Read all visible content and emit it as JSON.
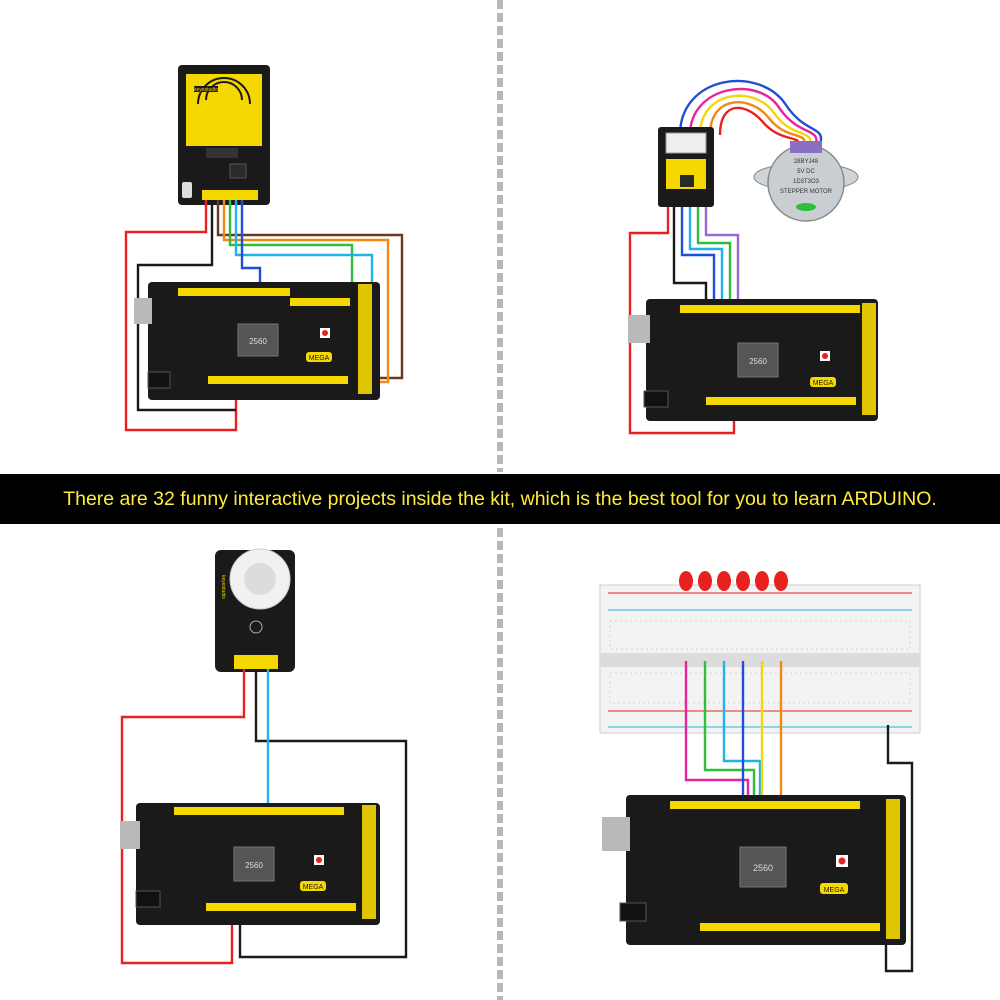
{
  "banner": {
    "text": "There are 32 funny interactive projects inside the kit, which is the best tool for you to learn ARDUINO.",
    "text_color": "#ffeb3b",
    "background": "#000000"
  },
  "boards": {
    "chip_label": "2560",
    "mega_badge": "MEGA",
    "board_color": "#1a1a1a",
    "header_color": "#f5d800"
  },
  "modules": {
    "rfid_brand": "keyestudio",
    "stepper_label_lines": [
      "28BYJ48",
      "5V  DC",
      "1D3T3O3",
      "STEPPER MOTOR"
    ],
    "pir_brand": "keyestudio"
  },
  "wire_colors": {
    "red": "#e8201e",
    "black": "#1a1a1a",
    "blue": "#1f4fd8",
    "cyan": "#1fb3e8",
    "green": "#2fbf3a",
    "orange": "#f08a14",
    "brown": "#6b3a1e",
    "purple": "#9a6ad2",
    "yellow": "#f2d60a",
    "pink": "#e8249a"
  }
}
